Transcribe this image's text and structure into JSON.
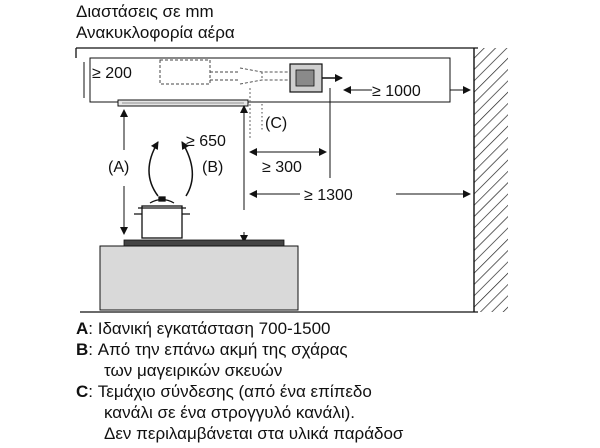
{
  "header": {
    "line1": "Διαστάσεις σε mm",
    "line2": "Ανακυκλοφορία αέρα"
  },
  "dimensions": {
    "ceiling_gap": "≥ 200",
    "right_clearance": "≥ 1000",
    "hob_height": "≥ 650",
    "connector_offset": "≥ 300",
    "wall_distance": "≥ 1300"
  },
  "markers": {
    "a": "(A)",
    "b": "(B)",
    "c": "(C)"
  },
  "legend": [
    {
      "key": "A",
      "text": ": Ιδανική εγκατάσταση 700-1500"
    },
    {
      "key": "B",
      "text": ": Από την επάνω ακμή της σχάρας"
    },
    {
      "key": "",
      "text": "των μαγειρικών σκευών"
    },
    {
      "key": "C",
      "text": ": Τεμάχιο σύνδεσης (από ένα επίπεδο"
    },
    {
      "key": "",
      "text": "κανάλι σε ένα στρογγυλό κανάλι)."
    },
    {
      "key": "",
      "text": "Δεν περιλαμβάνεται στα υλικά παράδοσ"
    }
  ]
}
